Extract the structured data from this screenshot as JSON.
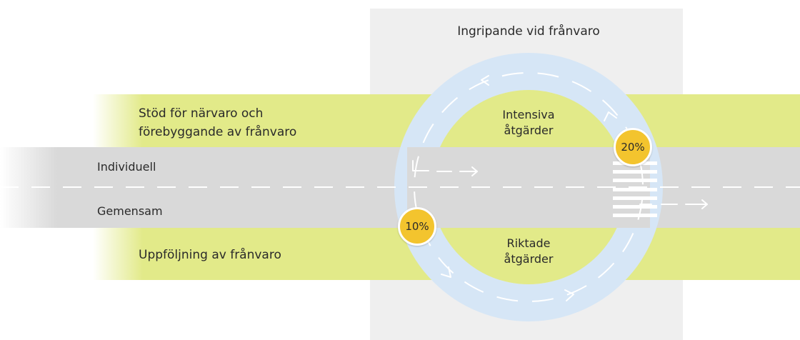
{
  "diagram": {
    "title": "Ingripande vid frånvaro",
    "band_top_label": "Stöd för närvaro och\nförebyggande av frånvaro",
    "band_bottom_label": "Uppföljning av frånvaro",
    "lane_top_label": "Individuell",
    "lane_bottom_label": "Gemensam",
    "inner_top_label": "Intensiva\nåtgärder",
    "inner_bottom_label": "Riktade\nåtgärder",
    "badge_top": "20%",
    "badge_bottom": "10%",
    "colors": {
      "band": "#e2ea89",
      "road": "#d9d9d9",
      "ring": "#d6e6f6",
      "background_panel": "#efefef",
      "badge": "#f3c42e"
    }
  }
}
